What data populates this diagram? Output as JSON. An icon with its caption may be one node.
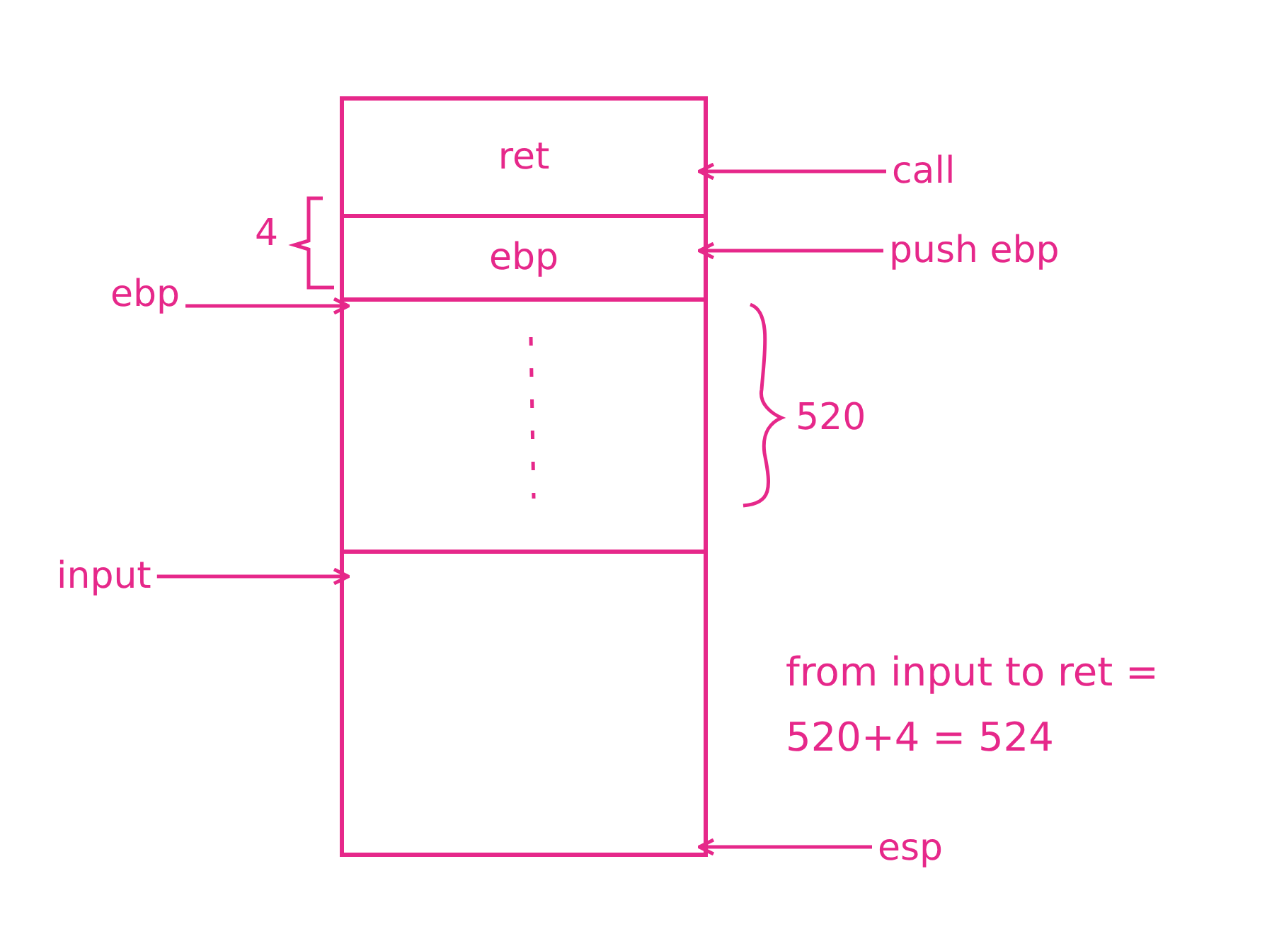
{
  "diagram": {
    "nodes": [
      {
        "text": [],
        "shape": "box"
      },
      {
        "text": [
          "ret"
        ],
        "in": 0
      },
      {
        "text": [
          "ebp"
        ],
        "in": 0
      },
      {
        "text": [],
        "shape": "box",
        "in": 0
      },
      {
        "text": [],
        "shape": "box",
        "in": 0
      },
      {
        "text": [
          "call"
        ]
      },
      {
        "text": [
          "push ebp"
        ]
      },
      {
        "text": [
          "ebp"
        ]
      },
      {
        "text": [
          "input"
        ]
      },
      {
        "text": [
          "esp"
        ]
      }
    ],
    "edges": [
      {
        "from": 5,
        "to": 1,
        "arrow": "to"
      },
      {
        "from": 6,
        "to": 2,
        "arrow": "to"
      },
      {
        "from": 7,
        "to": 3,
        "arrow": "to"
      },
      {
        "from": 8,
        "to": 4,
        "arrow": "to"
      },
      {
        "from": 9,
        "to": 4,
        "arrow": "to"
      }
    ],
    "labels": [
      "4",
      "520",
      "from input to ret = 520+4 = 524"
    ]
  }
}
